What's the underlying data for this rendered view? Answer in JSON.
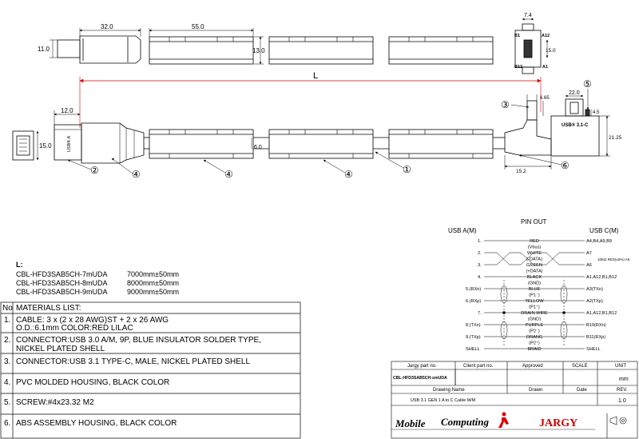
{
  "dimensions": {
    "plug_a_length": "32.0",
    "plug_a_height": "11.0",
    "overmold_length": "55.0",
    "overmold_height": "13.0",
    "c_plug_width": "7.4",
    "c_plug_height": "15.0",
    "total_length": "L",
    "a_tip_length": "12.0",
    "a_face_height": "15.0",
    "cable_od": "6.0",
    "c_housing_width": "22.0",
    "c_offset": "6.65",
    "c_gap": "4.5",
    "c_housing_height": "21.25",
    "c_foot": "15.2",
    "a_label": "USB®\nA",
    "c_label": "USB® 3.1-C"
  },
  "c_pin_labels": {
    "b1": "B1",
    "a12": "A12",
    "b12": "B12",
    "a1": "A1"
  },
  "callouts": [
    "①",
    "②",
    "③",
    "④",
    "⑤",
    "⑥"
  ],
  "lengths": {
    "heading": "L:",
    "rows": [
      {
        "part": "CBL-HFD3SAB5CH-7mUDA",
        "length": "7000mm±50mm"
      },
      {
        "part": "CBL-HFD3SAB5CH-8mUDA",
        "length": "8000mm±50mm"
      },
      {
        "part": "CBL-HFD3SAB5CH-9mUDA",
        "length": "9000mm±50mm"
      }
    ]
  },
  "materials": {
    "header_no": "No",
    "header_title": "MATERIALS LIST:",
    "rows": [
      {
        "no": "1.",
        "lines": [
          "CABLE: 3 x (2 x 28 AWG)ST + 2 x 26 AWG",
          "O.D.:6.1mm COLOR:RED LILAC"
        ]
      },
      {
        "no": "2.",
        "lines": [
          "CONNECTOR:USB 3.0 A/M, 9P, BLUE INSULATOR SOLDER TYPE,",
          "NICKEL PLATED SHELL"
        ]
      },
      {
        "no": "3.",
        "lines": [
          "CONNECTOR:USB 3.1 TYPE-C, MALE, NICKEL PLATED SHELL"
        ]
      },
      {
        "no": "4.",
        "lines": [
          "PVC MOLDED HOUSING, BLACK COLOR"
        ]
      },
      {
        "no": "5.",
        "lines": [
          "SCREW:#4x23.32 M2"
        ]
      },
      {
        "no": "6.",
        "lines": [
          "ABS ASSEMBLY HOUSING, BLACK COLOR"
        ]
      }
    ]
  },
  "pinout": {
    "title": "PIN OUT",
    "left_title": "USB A(M)",
    "right_title": "USB C(M)",
    "rows": [
      {
        "left": "1.",
        "mid": "RED",
        "right": "A4,B4,A9,B9"
      },
      {
        "left": "",
        "mid": "(Vbus)",
        "right": ""
      },
      {
        "left": "2.",
        "mid": "WHITE",
        "right": "A7"
      },
      {
        "left": "",
        "mid": "(-DATA)",
        "right": ""
      },
      {
        "left": "3.",
        "mid": "GREEN",
        "right": "A6"
      },
      {
        "left": "",
        "mid": "(+DATA)",
        "right": ""
      },
      {
        "left": "4.",
        "mid": "BLACK",
        "right": "A1,A12,B1,B12"
      },
      {
        "left": "",
        "mid": "(GND)",
        "right": ""
      },
      {
        "left": "5.(RXn)",
        "mid": "BLUE",
        "right": "A3(TXn)"
      },
      {
        "left": "",
        "mid": "(P1⁻)",
        "right": ""
      },
      {
        "left": "6.(RXp)",
        "mid": "YELLOW",
        "right": "A2(TXp)"
      },
      {
        "left": "",
        "mid": "(P1⁺)",
        "right": ""
      },
      {
        "left": "7.",
        "mid": "DRAIN WIRE",
        "right": "A1,A12,B1,B12"
      },
      {
        "left": "",
        "mid": "(GND)",
        "right": ""
      },
      {
        "left": "8.(TXn)",
        "mid": "PURPLE",
        "right": "B10(RXn)"
      },
      {
        "left": "",
        "mid": "(P2⁻)",
        "right": ""
      },
      {
        "left": "9.(TXp)",
        "mid": "ORANG",
        "right": "B11(RXp)"
      },
      {
        "left": "",
        "mid": "(P2⁺)",
        "right": ""
      },
      {
        "left": "SHELL",
        "mid": "BRAID",
        "right": "SHELL"
      }
    ],
    "cc_note": "10KΩ RES(±5%) A5"
  },
  "title_block": {
    "h_part": "Jargy part no.",
    "h_client": "Client part no.",
    "h_approved": "Approved",
    "h_scale": "SCALE",
    "h_unit": "UNIT",
    "part_no": "CBL-HFD3SAB5CH-xmUDA",
    "unit": "mm",
    "h_drawing": "Drawing Name",
    "h_drawn": "Drawn",
    "h_date": "Date",
    "h_rev": "REV.",
    "drawing_name": "USB 3.1 GEN 1 A to C Cable M/M",
    "rev": "1.0",
    "logo_mobile": "Mobile",
    "logo_computing": "Computing",
    "logo_jargy": "JARGY"
  }
}
